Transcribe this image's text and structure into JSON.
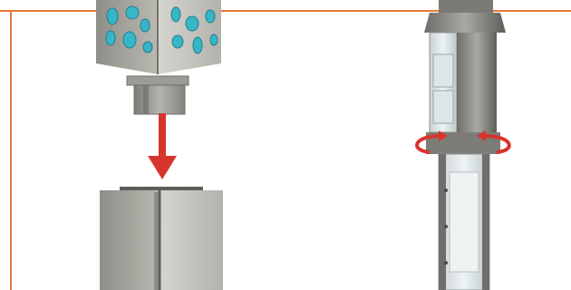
{
  "figure": {
    "frame_color": "#e8793a",
    "arrow_color": "#d9342b",
    "glass_color": "#37b6c8",
    "metal_light": "#c9c8c1",
    "metal_mid": "#a8a79f",
    "metal_dark": "#6f6e69"
  },
  "left_assembly": {
    "upper_part": "perforated-lantern-head",
    "lower_part": "square-post",
    "connector": "down-arrow-icon"
  },
  "right_assembly": {
    "part": "lamp-column-with-twist-joint",
    "connector": "rotate-arrows-icon"
  }
}
